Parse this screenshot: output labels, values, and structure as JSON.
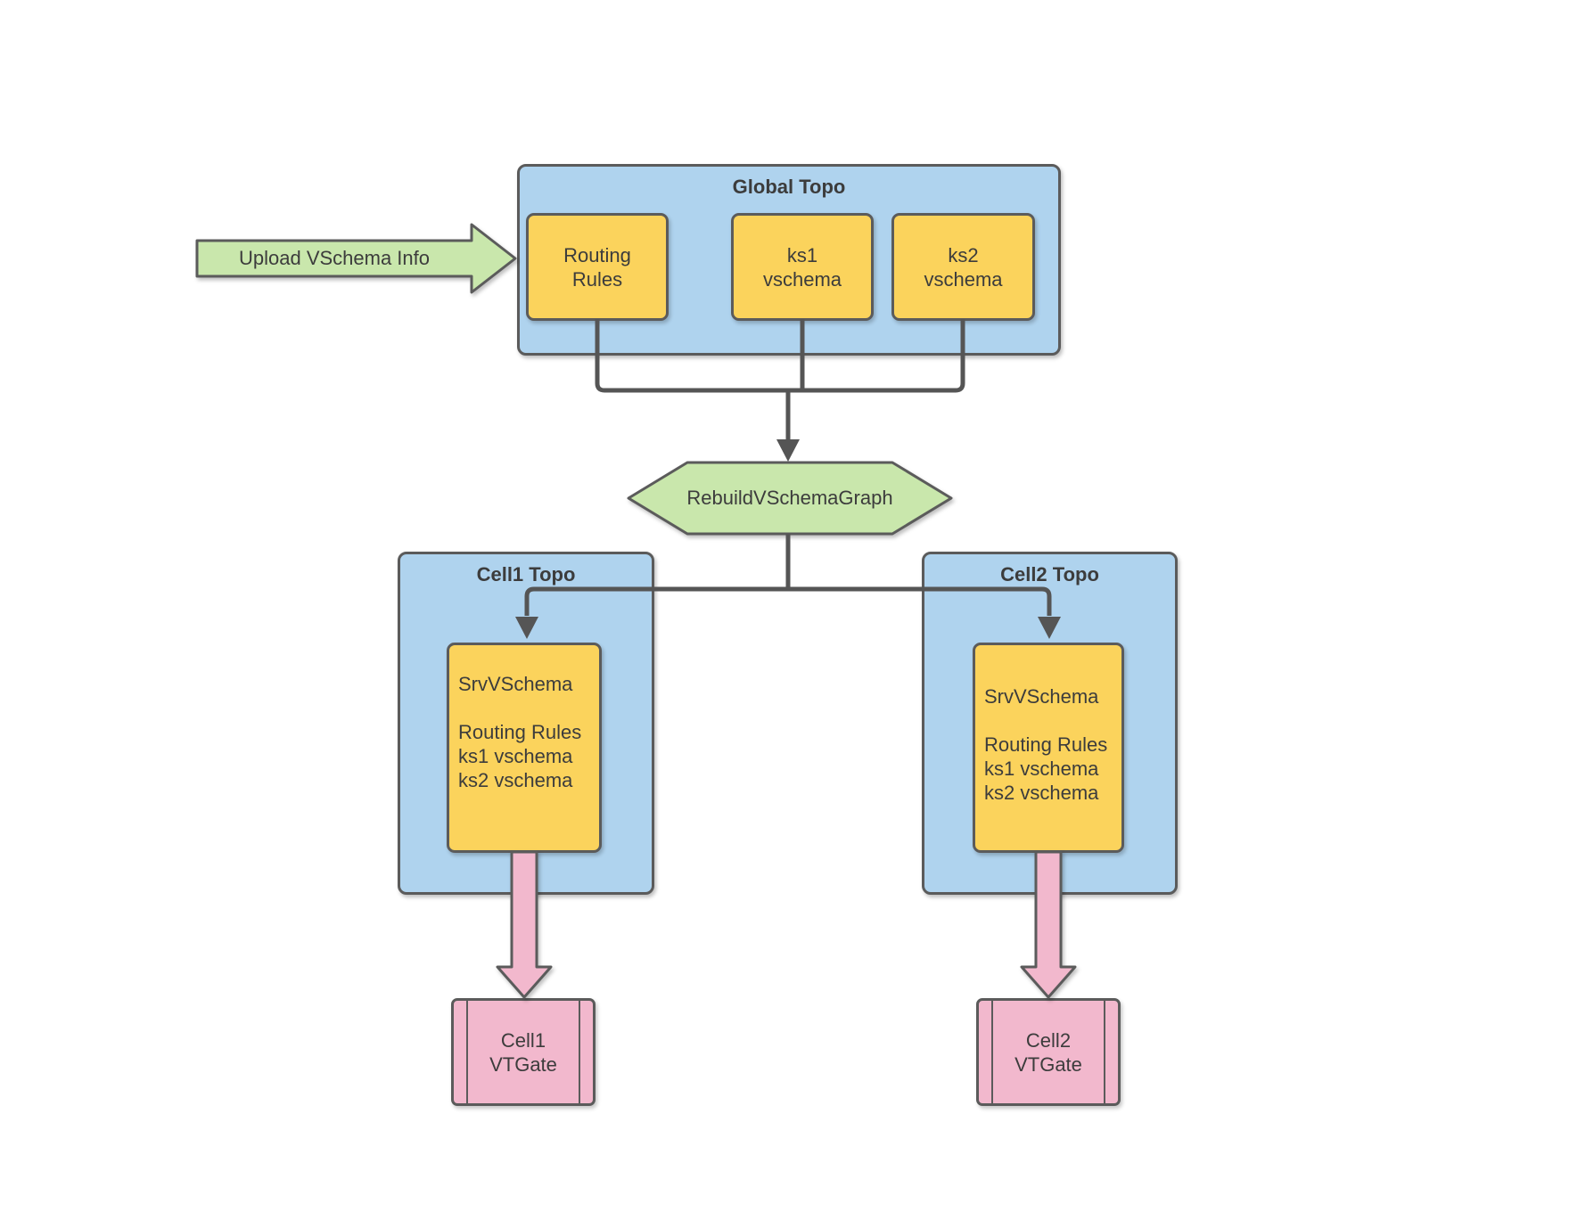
{
  "diagram": {
    "upload_arrow": {
      "label": "Upload VSchema Info"
    },
    "global_topo": {
      "title": "Global Topo",
      "nodes": [
        {
          "id": "routing-rules",
          "lines": [
            "Routing",
            "Rules"
          ]
        },
        {
          "id": "ks1-vschema",
          "lines": [
            "ks1",
            "vschema"
          ]
        },
        {
          "id": "ks2-vschema",
          "lines": [
            "ks2",
            "vschema"
          ]
        }
      ]
    },
    "rebuild_process": {
      "label": "RebuildVSchemaGraph"
    },
    "cells": [
      {
        "title": "Cell1 Topo",
        "srv_vschema": {
          "lines": [
            "SrvVSchema",
            "",
            "Routing Rules",
            "ks1 vschema",
            "ks2 vschema"
          ]
        },
        "vtgate": {
          "lines": [
            "Cell1",
            "VTGate"
          ]
        }
      },
      {
        "title": "Cell2 Topo",
        "srv_vschema": {
          "lines": [
            "SrvVSchema",
            "",
            "Routing Rules",
            "ks1 vschema",
            "ks2 vschema"
          ]
        },
        "vtgate": {
          "lines": [
            "Cell2",
            "VTGate"
          ]
        }
      }
    ],
    "colors": {
      "container_fill": "#AFD3EE",
      "node_fill": "#FBD35C",
      "process_fill": "#C9E7AC",
      "vtgate_fill": "#F2B8CD",
      "border": "#5B5B5B",
      "connector": "#555555",
      "text": "#3C3C3C",
      "canvas_bg": "#FFFFFF"
    }
  }
}
